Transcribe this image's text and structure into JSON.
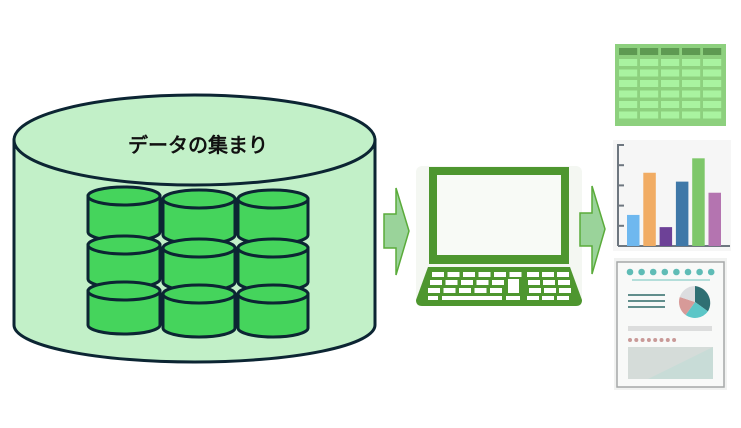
{
  "database": {
    "label": "データの集まり",
    "outer_fill": "#c2f0c8",
    "inner_cylinder_fill": "#45d45c",
    "stroke": "#0c2533",
    "inner_cylinders": {
      "rows": 3,
      "cols": 3
    }
  },
  "arrows": {
    "fill": "#9ad39a",
    "stroke": "#5aab3a"
  },
  "laptop": {
    "color": "#4e962f",
    "screen": "#f8faf6"
  },
  "outputs": [
    {
      "name": "table",
      "header_color": "#5e9a52",
      "cell_color": "#a9f3a0",
      "frame_color": "#8dd07e",
      "columns": 5,
      "rows": 6
    },
    {
      "name": "bar-chart",
      "values": [
        0.28,
        0.66,
        0.17,
        0.58,
        0.79,
        0.48
      ],
      "colors": [
        "#6fb8ef",
        "#f1ac64",
        "#6d4197",
        "#3f78a8",
        "#7ec76a",
        "#b474b0"
      ],
      "axis_color": "#6e7780",
      "tick_count": 5
    },
    {
      "name": "report",
      "dot_color": "#5fbcb6",
      "line_color": "#2f6b69",
      "pie_colors": [
        "#2f6f73",
        "#5cc6c7",
        "#d79a98",
        "#dcdde0"
      ],
      "pie_shares": [
        0.35,
        0.25,
        0.2,
        0.2
      ],
      "accent_dot_color": "#c99a98",
      "dot_count": 8,
      "small_dot_count": 8
    }
  ]
}
